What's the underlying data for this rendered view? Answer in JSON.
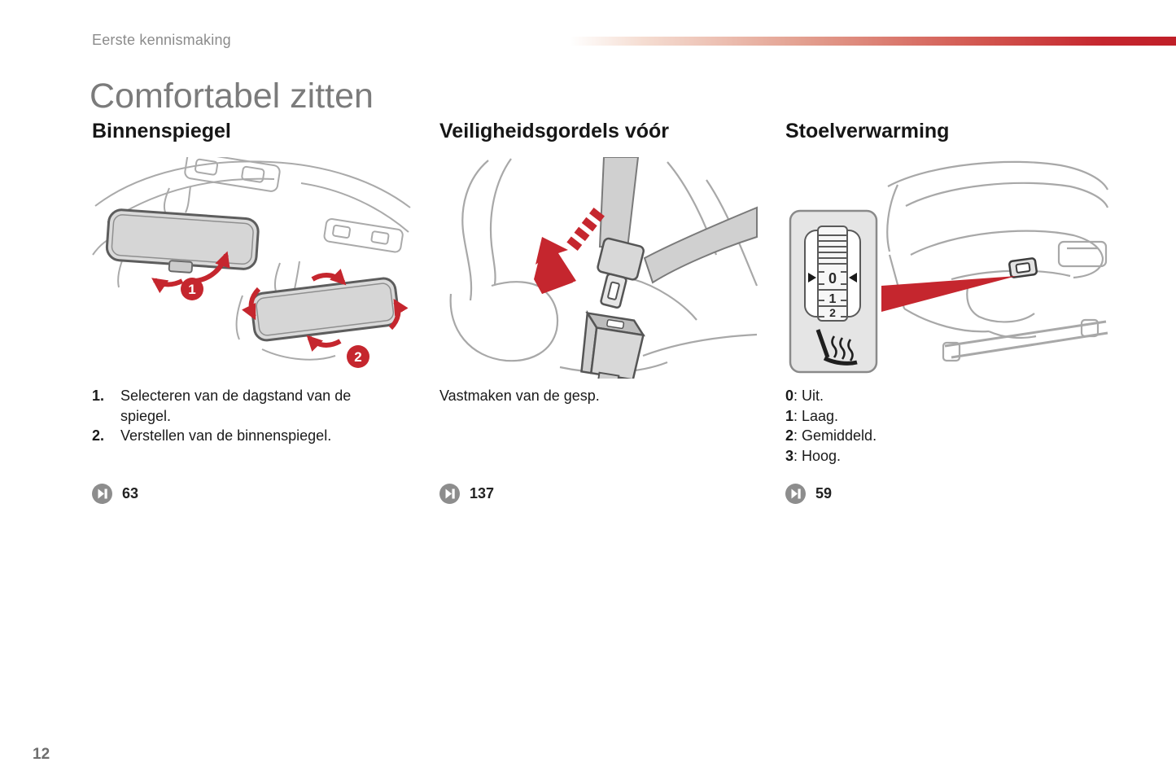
{
  "page": {
    "kicker": "Eerste kennismaking",
    "title": "Comfortabel zitten",
    "page_number": "12",
    "colors": {
      "accent_red": "#c5262e",
      "title_gray": "#7b7b7b",
      "kicker_gray": "#8b8b8b",
      "illustration_line_gray": "#a6a6a6"
    },
    "icons": {
      "page_ref": "skip-forward-icon",
      "seat_heat": "heated-seat-icon"
    }
  },
  "columns": [
    {
      "heading": "Binnenspiegel",
      "callouts": [
        "1",
        "2"
      ],
      "items": [
        {
          "num": "1.",
          "text": "Selecteren van de dagstand van de spiegel."
        },
        {
          "num": "2.",
          "text": "Verstellen van de binnenspiegel."
        }
      ],
      "page_ref": "63"
    },
    {
      "heading": "Veiligheidsgordels vóór",
      "text": "Vastmaken van de gesp.",
      "page_ref": "137"
    },
    {
      "heading": "Stoelverwarming",
      "dial_labels": [
        "0",
        "1",
        "2"
      ],
      "items": [
        {
          "num": "0",
          "text": ": Uit."
        },
        {
          "num": "1",
          "text": ": Laag."
        },
        {
          "num": "2",
          "text": ": Gemiddeld."
        },
        {
          "num": "3",
          "text": ": Hoog."
        }
      ],
      "page_ref": "59"
    }
  ]
}
